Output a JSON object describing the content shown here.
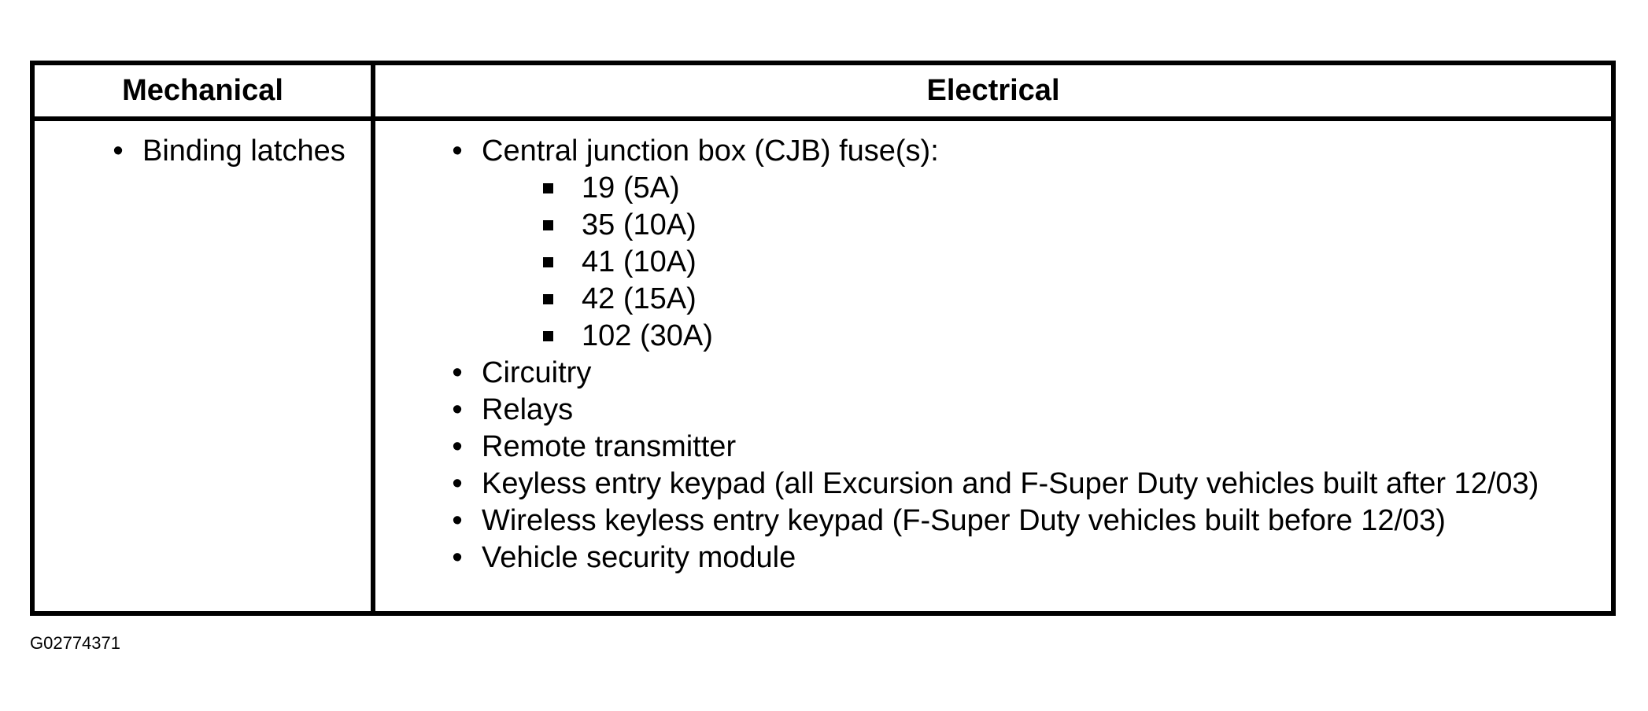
{
  "table": {
    "headers": {
      "mechanical": "Mechanical",
      "electrical": "Electrical"
    },
    "mechanical_items": [
      "Binding latches"
    ],
    "electrical_items": [
      {
        "text": "Central junction box (CJB) fuse(s):",
        "subitems": [
          "19 (5A)",
          "35 (10A)",
          "41 (10A)",
          "42 (15A)",
          "102 (30A)"
        ]
      },
      {
        "text": "Circuitry"
      },
      {
        "text": "Relays"
      },
      {
        "text": "Remote transmitter"
      },
      {
        "text": "Keyless entry keypad (all Excursion and F-Super Duty vehicles built after 12/03)"
      },
      {
        "text": "Wireless keyless entry keypad (F-Super Duty vehicles built before 12/03)"
      },
      {
        "text": "Vehicle security module"
      }
    ]
  },
  "figure_id": "G02774371"
}
